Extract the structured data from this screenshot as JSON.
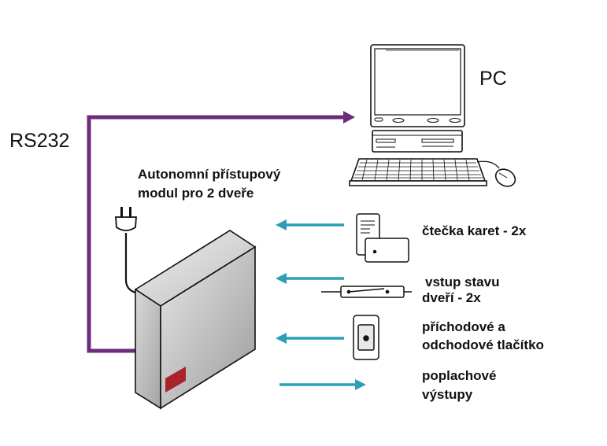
{
  "labels": {
    "pc": "PC",
    "rs232": "RS232",
    "module_line1": "Autonomní přístupový",
    "module_line2": "modul pro 2 dveře",
    "reader": "čtečka karet - 2x",
    "door_line1": "vstup stavu",
    "door_line2": "dveří - 2x",
    "button_line1": "příchodové a",
    "button_line2": "odchodové tlačítko",
    "alarm_line1": "poplachové",
    "alarm_line2": "výstupy"
  },
  "icons": {
    "computer": "pc-computer-icon",
    "power_plug": "power-plug-icon",
    "controller": "access-module-box-icon",
    "card_reader": "card-reader-icon",
    "door_contact": "door-contact-sensor-icon",
    "exit_button": "exit-button-icon"
  },
  "colors": {
    "rs232_line": "#6b2c7a",
    "signal_arrows": "#2a9fb5",
    "alarm_marker": "#a8242a",
    "text": "#111111"
  }
}
